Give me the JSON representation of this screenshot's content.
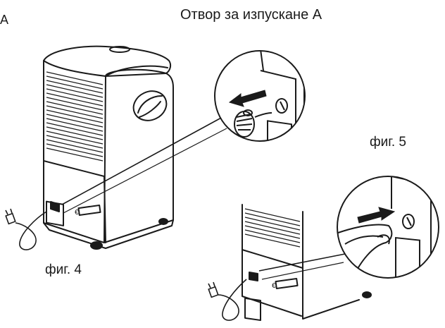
{
  "labels": {
    "title": "Отвор за изпускане А",
    "figure_5": "фиг. 5",
    "figure_4": "фиг. 4",
    "edge_mark": "A"
  },
  "colors": {
    "line": "#1a1a1a",
    "background": "#ffffff",
    "arrow_fill": "#1a1a1a"
  },
  "icons": {
    "outlet_plug": "power-plug-icon",
    "drain_cap": "drain-cap-icon",
    "push_arrow": "arrow-right-icon",
    "pull_arrow": "arrow-left-icon"
  }
}
